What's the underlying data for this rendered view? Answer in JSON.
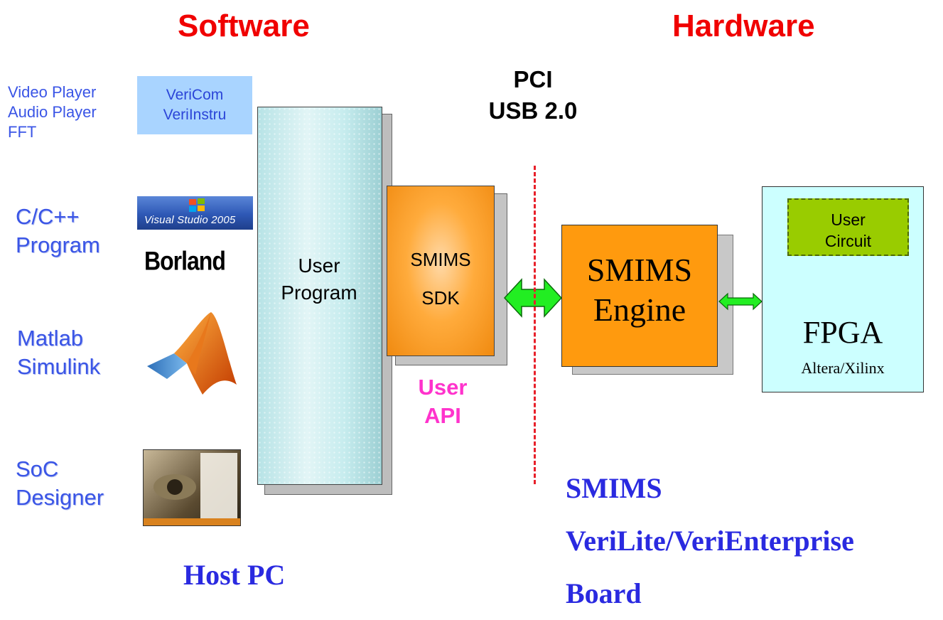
{
  "headings": {
    "software": "Software",
    "hardware": "Hardware"
  },
  "bus": {
    "line1": "PCI",
    "line2": "USB 2.0"
  },
  "apps": {
    "vericom_list": [
      "Video Player",
      "Audio Player",
      "FFT"
    ],
    "vericom_box": [
      "VeriCom",
      "VeriInstru"
    ],
    "cpp": [
      "C/C++",
      "Program"
    ],
    "matlab": [
      "Matlab",
      "Simulink"
    ],
    "soc": [
      "SoC",
      "Designer"
    ]
  },
  "logos": {
    "visual_studio": "Visual Studio 2005",
    "borland": "Borland",
    "matlab": "matlab-logo-icon",
    "soc_designer": "soc-designer-box-icon"
  },
  "user_program": [
    "User",
    "Program"
  ],
  "sdk": [
    "SMIMS",
    "SDK"
  ],
  "user_api": [
    "User",
    "API"
  ],
  "engine": [
    "SMIMS",
    "Engine"
  ],
  "fpga": {
    "user_circuit": [
      "User",
      "Circuit"
    ],
    "title": "FPGA",
    "vendors": "Altera/Xilinx"
  },
  "host_label": "Host PC",
  "board_label": [
    "SMIMS",
    "VeriLite/VeriEnterprise",
    "Board"
  ],
  "colors": {
    "heading": "#f00000",
    "app_text": "#3a55e6",
    "serif_blue": "#2a2ae0",
    "user_api": "#ff33cc",
    "engine": "#ff9a0e",
    "fpga_bg": "#ccffff",
    "user_circuit": "#99cc00",
    "arrow": "#22ee22",
    "dash": "#e8202a"
  }
}
